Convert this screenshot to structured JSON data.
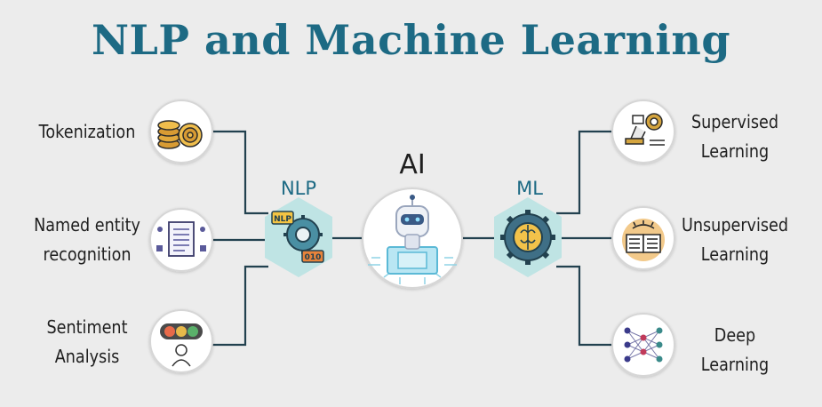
{
  "title": "NLP and Machine Learning",
  "center": {
    "label": "AI",
    "icon": "robot-chip-icon"
  },
  "hubs": {
    "nlp": {
      "label": "NLP",
      "icon": "nlp-gear-icon",
      "badge_top": "NLP",
      "badge_bottom": "010"
    },
    "ml": {
      "label": "ML",
      "icon": "brain-gear-icon"
    }
  },
  "nlp_topics": [
    {
      "line1": "Tokenization",
      "line2": "",
      "icon": "tokens-coins-icon"
    },
    {
      "line1": "Named entity",
      "line2": "recognition",
      "icon": "document-entities-icon"
    },
    {
      "line1": "Sentiment",
      "line2": "Analysis",
      "icon": "sentiment-faces-icon"
    }
  ],
  "ml_topics": [
    {
      "line1": "Supervised",
      "line2": "Learning",
      "icon": "robot-arm-icon"
    },
    {
      "line1": "Unsupervised",
      "line2": "Learning",
      "icon": "open-book-eye-icon"
    },
    {
      "line1": "Deep",
      "line2": "Learning",
      "icon": "neural-network-icon"
    }
  ],
  "colors": {
    "title": "#1d6a84",
    "connector": "#22414f",
    "hexagon": "#bfe4e4",
    "hub_label": "#1d6a84",
    "circle_border": "#d6d6d6"
  }
}
